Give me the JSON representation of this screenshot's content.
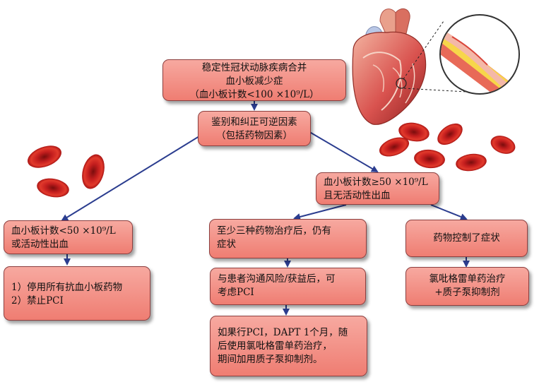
{
  "boxes": {
    "root": {
      "line1": "稳定性冠状动脉疾病合并",
      "line2": "血小板减少症",
      "line3": "（血小板计数<100 ×10⁹/L）"
    },
    "identify": {
      "line1": "鉴别和纠正可逆因素",
      "line2": "（包括药物因素）"
    },
    "low_count": {
      "line1": "血小板计数<50 ×10⁹/L",
      "line2": "或活动性出血"
    },
    "stop_drugs": {
      "line1": "1）停用所有抗血小板药物",
      "line2": "2）禁止PCI"
    },
    "high_count": {
      "line1": "血小板计数≥50 ×10⁹/L",
      "line2": "且无活动性出血"
    },
    "three_drugs": {
      "line1": "至少三种药物治疗后，仍有",
      "line2": "症状"
    },
    "controlled": {
      "line1": "药物控制了症状"
    },
    "communicate": {
      "line1": "与患者沟通风险/获益后，可",
      "line2": "考虑PCI"
    },
    "clopidogrel": {
      "line1": "氯吡格雷单药治疗",
      "line2": "+质子泵抑制剂"
    },
    "dapt": {
      "line1": "如果行PCI，DAPT 1个月，随",
      "line2": "后使用氯吡格雷单药治疗，",
      "line3": "期间加用质子泵抑制剂。"
    }
  },
  "colors": {
    "box_fill": "#f28b80",
    "box_border": "#8c3f3f",
    "arrow": "#2b3d8f",
    "red_cell": "#c41e1e"
  },
  "illustrations": [
    "heart-illustration",
    "artery-magnifier",
    "red-blood-cells"
  ]
}
